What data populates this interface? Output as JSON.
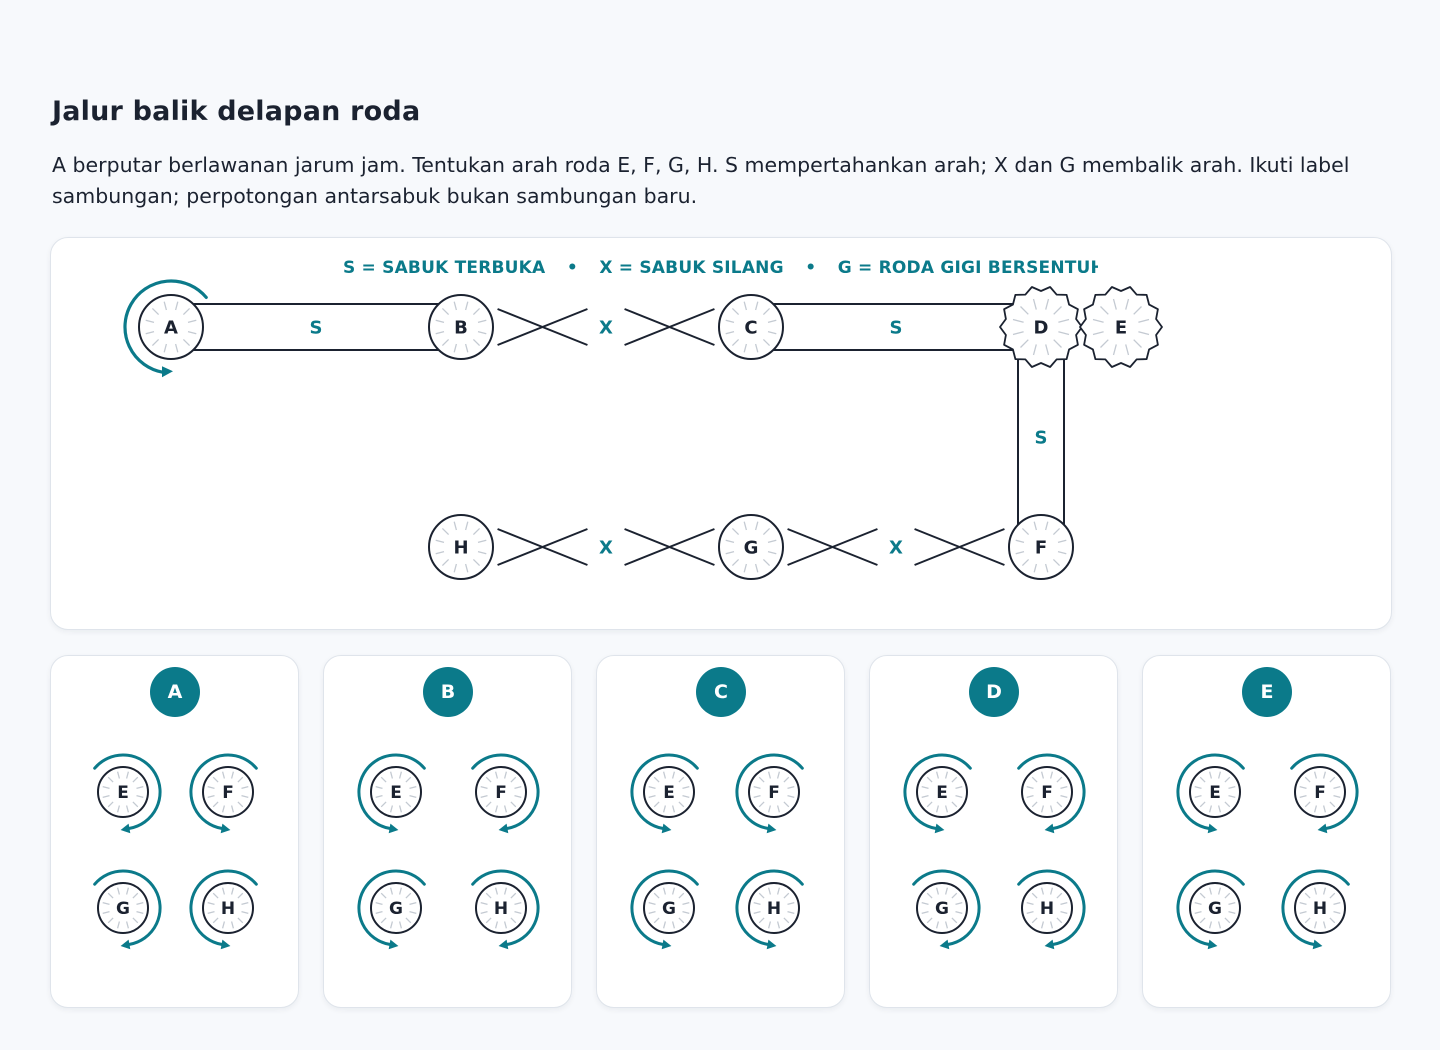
{
  "page": {
    "title": "Jalur balik delapan roda",
    "instructions": "A berputar berlawanan jarum jam. Tentukan arah roda E, F, G, H. S mempertahankan arah; X dan G membalik arah. Ikuti label sambungan; perpotongan antarsabuk bukan sambungan baru."
  },
  "legend": {
    "open_belt": "S = SABUK TERBUKA",
    "crossed_belt": "X = SABUK SILANG",
    "gear": "G = RODA GIGI BERSENTUH G",
    "separator": "•"
  },
  "colors": {
    "accent": "#0b7a8a",
    "ink": "#1b2230",
    "tick": "#c4cad2"
  },
  "diagram": {
    "driver": "A",
    "driver_direction": "ccw",
    "wheels": [
      {
        "label": "A",
        "shape": "pulley"
      },
      {
        "label": "B",
        "shape": "pulley"
      },
      {
        "label": "C",
        "shape": "pulley"
      },
      {
        "label": "D",
        "shape": "gear"
      },
      {
        "label": "E",
        "shape": "gear"
      },
      {
        "label": "F",
        "shape": "pulley"
      },
      {
        "label": "G",
        "shape": "pulley"
      },
      {
        "label": "H",
        "shape": "pulley"
      }
    ],
    "connections": [
      {
        "from": "A",
        "to": "B",
        "type": "S"
      },
      {
        "from": "B",
        "to": "C",
        "type": "X"
      },
      {
        "from": "C",
        "to": "D",
        "type": "S"
      },
      {
        "from": "D",
        "to": "E",
        "type": "G"
      },
      {
        "from": "D",
        "to": "F",
        "type": "S"
      },
      {
        "from": "F",
        "to": "G",
        "type": "X"
      },
      {
        "from": "G",
        "to": "H",
        "type": "X"
      }
    ]
  },
  "options": [
    {
      "label": "A",
      "wheels": [
        {
          "name": "E",
          "dir": "cw"
        },
        {
          "name": "F",
          "dir": "ccw"
        },
        {
          "name": "G",
          "dir": "cw"
        },
        {
          "name": "H",
          "dir": "ccw"
        }
      ]
    },
    {
      "label": "B",
      "wheels": [
        {
          "name": "E",
          "dir": "ccw"
        },
        {
          "name": "F",
          "dir": "cw"
        },
        {
          "name": "G",
          "dir": "ccw"
        },
        {
          "name": "H",
          "dir": "cw"
        }
      ]
    },
    {
      "label": "C",
      "wheels": [
        {
          "name": "E",
          "dir": "ccw"
        },
        {
          "name": "F",
          "dir": "ccw"
        },
        {
          "name": "G",
          "dir": "ccw"
        },
        {
          "name": "H",
          "dir": "ccw"
        }
      ]
    },
    {
      "label": "D",
      "wheels": [
        {
          "name": "E",
          "dir": "ccw"
        },
        {
          "name": "F",
          "dir": "cw"
        },
        {
          "name": "G",
          "dir": "cw"
        },
        {
          "name": "H",
          "dir": "cw"
        }
      ]
    },
    {
      "label": "E",
      "wheels": [
        {
          "name": "E",
          "dir": "ccw"
        },
        {
          "name": "F",
          "dir": "cw"
        },
        {
          "name": "G",
          "dir": "ccw"
        },
        {
          "name": "H",
          "dir": "ccw"
        }
      ]
    }
  ]
}
